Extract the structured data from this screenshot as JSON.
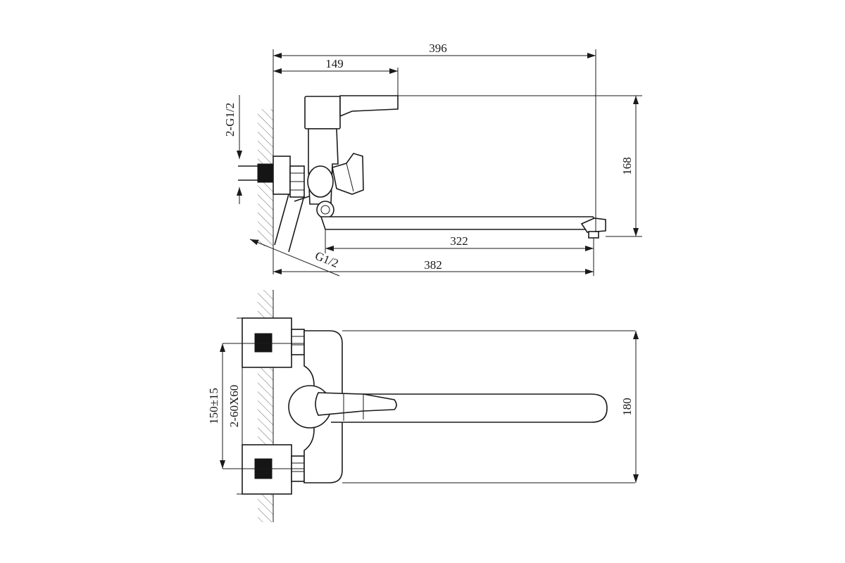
{
  "dimensions": {
    "overall_length": "396",
    "handle_offset": "149",
    "height": "168",
    "connection_thread": "2-G1/2",
    "spout_reach": "322",
    "body_length": "382",
    "diverter_thread": "G1/2",
    "depth": "180",
    "centers": "150±15",
    "eccentric": "2-60X60"
  },
  "colors": {
    "line": "#1a1a1a",
    "hatch": "#666666",
    "thread_fill": "#151515"
  }
}
